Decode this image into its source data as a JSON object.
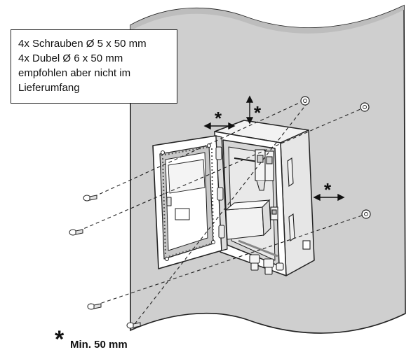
{
  "note": {
    "lines": [
      "4x Schrauben Ø 5 x 50 mm",
      "4x Dubel Ø 6 x 50 mm",
      "empfohlen aber nicht im",
      "Lieferumfang"
    ]
  },
  "clearance": {
    "symbol": "*",
    "label": "Min. 50 mm"
  },
  "colors": {
    "wall": "#cfcfcf",
    "outline": "#222222",
    "enclosure": "#ffffff"
  }
}
